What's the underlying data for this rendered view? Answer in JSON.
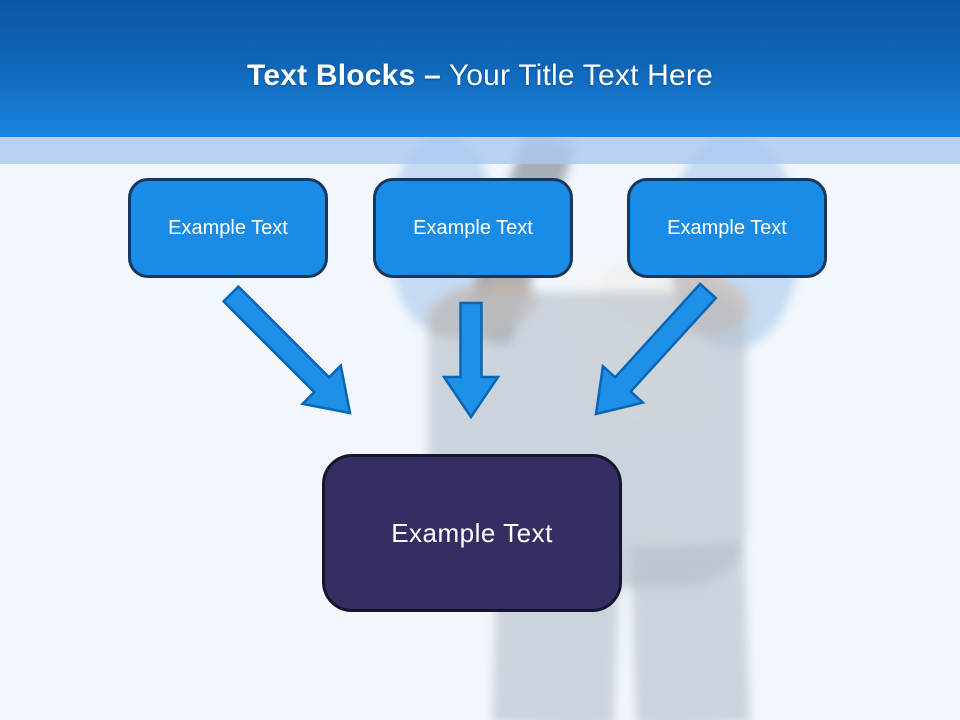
{
  "title": {
    "bold": "Text Blocks –",
    "rest": " Your Title Text Here"
  },
  "blocks": [
    {
      "label": "Example Text"
    },
    {
      "label": "Example Text"
    },
    {
      "label": "Example Text"
    }
  ],
  "result": {
    "label": "Example Text"
  },
  "colors": {
    "background": "#f1f7fc",
    "header_top": "#0b56a3",
    "header_bottom": "#1b86e0",
    "band": "rgba(172,200,240,0.82)",
    "box_fill": "#1b8ce6",
    "box_border": "#17375e",
    "arrow_fill": "#1e90e8",
    "arrow_stroke": "#0a65b4",
    "result_fill": "#332f63",
    "result_border": "#16142f",
    "shirt_blue": "#8ab6e6",
    "tie_gray": "#4e5a68",
    "skin": "#c7a68c",
    "trouser_gray": "#a7b0ba"
  }
}
